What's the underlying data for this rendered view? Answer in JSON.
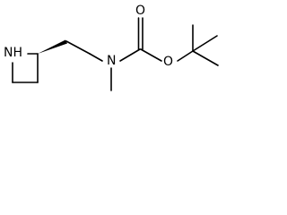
{
  "molecule": {
    "atoms": {
      "ring_nitrogen": "NH",
      "carbamate_nitrogen": "N",
      "carbonyl_oxygen": "O",
      "ester_oxygen": "O"
    },
    "colors": {
      "bond": "#000000",
      "label": "#000000",
      "background": "#ffffff"
    }
  }
}
